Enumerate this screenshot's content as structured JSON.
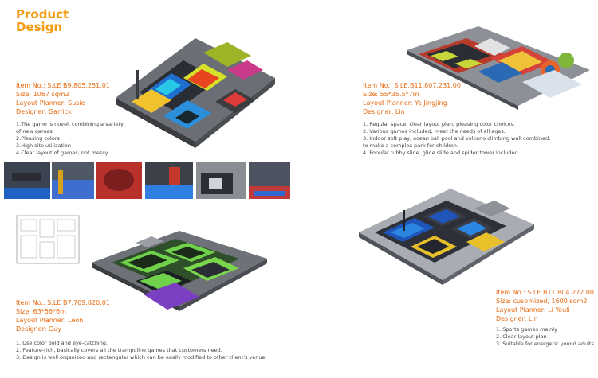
{
  "header": {
    "title_line1": "Product",
    "title_line2": "Design"
  },
  "colors": {
    "accent_orange": "#f39c12",
    "label_orange": "#e86a10",
    "text_dark": "#333333"
  },
  "projects": [
    {
      "item_no": "Item No.: S.LE B9.805.251.01",
      "size": "Size:   1067 sqm2",
      "planner": "Layout Planner: Susie",
      "designer": "Designer: Garrick",
      "notes": [
        "1.The game is novel, combining a variety",
        "   of new games",
        "2.Pleasing colors",
        "3.High site utilization",
        "4.Clear layout of games, not messy"
      ]
    },
    {
      "item_no": "Item No.: S.LE.B11.807.231.00",
      "size": "Size:   55*35.5*7m",
      "planner": "Layout Planner: Ye Jingjing",
      "designer": "Designer: Lin",
      "notes": [
        "1. Regular space, clear layout plan, pleasing color choices.",
        "2. Various games included, meet the needs of all ages.",
        "3. Indoor soft play, ocean ball pool and volcano climbing wall combined,",
        "   to make a complex park for children.",
        "4. Popular tubby slide, glide slide and spider tower included."
      ]
    },
    {
      "item_no": "Item No.: S.LE B7.709.020.01",
      "size": "Size:   63*56*6m",
      "planner": "Layout Planner: Leon",
      "designer": "Designer: Guy",
      "notes": [
        "1. Use color bold and eye-catching.",
        "2. Feature-rich, basically covers all the trampoline games that customers need.",
        "3. Design is well organized and rectangular which can be easily modified to other client's venue."
      ]
    },
    {
      "item_no": "Item No.: S.LE.B11.804.272.00",
      "size": "Size:   cusomized, 1600 sqm2",
      "planner": "Layout Planner: Li Youli",
      "designer": "Designer: Lin",
      "notes": [
        "1. Sports games mainly",
        "2. Clear layout plan",
        "3. Suitable for energetic yound adults"
      ]
    }
  ],
  "photo_strip": {
    "count": 6
  }
}
